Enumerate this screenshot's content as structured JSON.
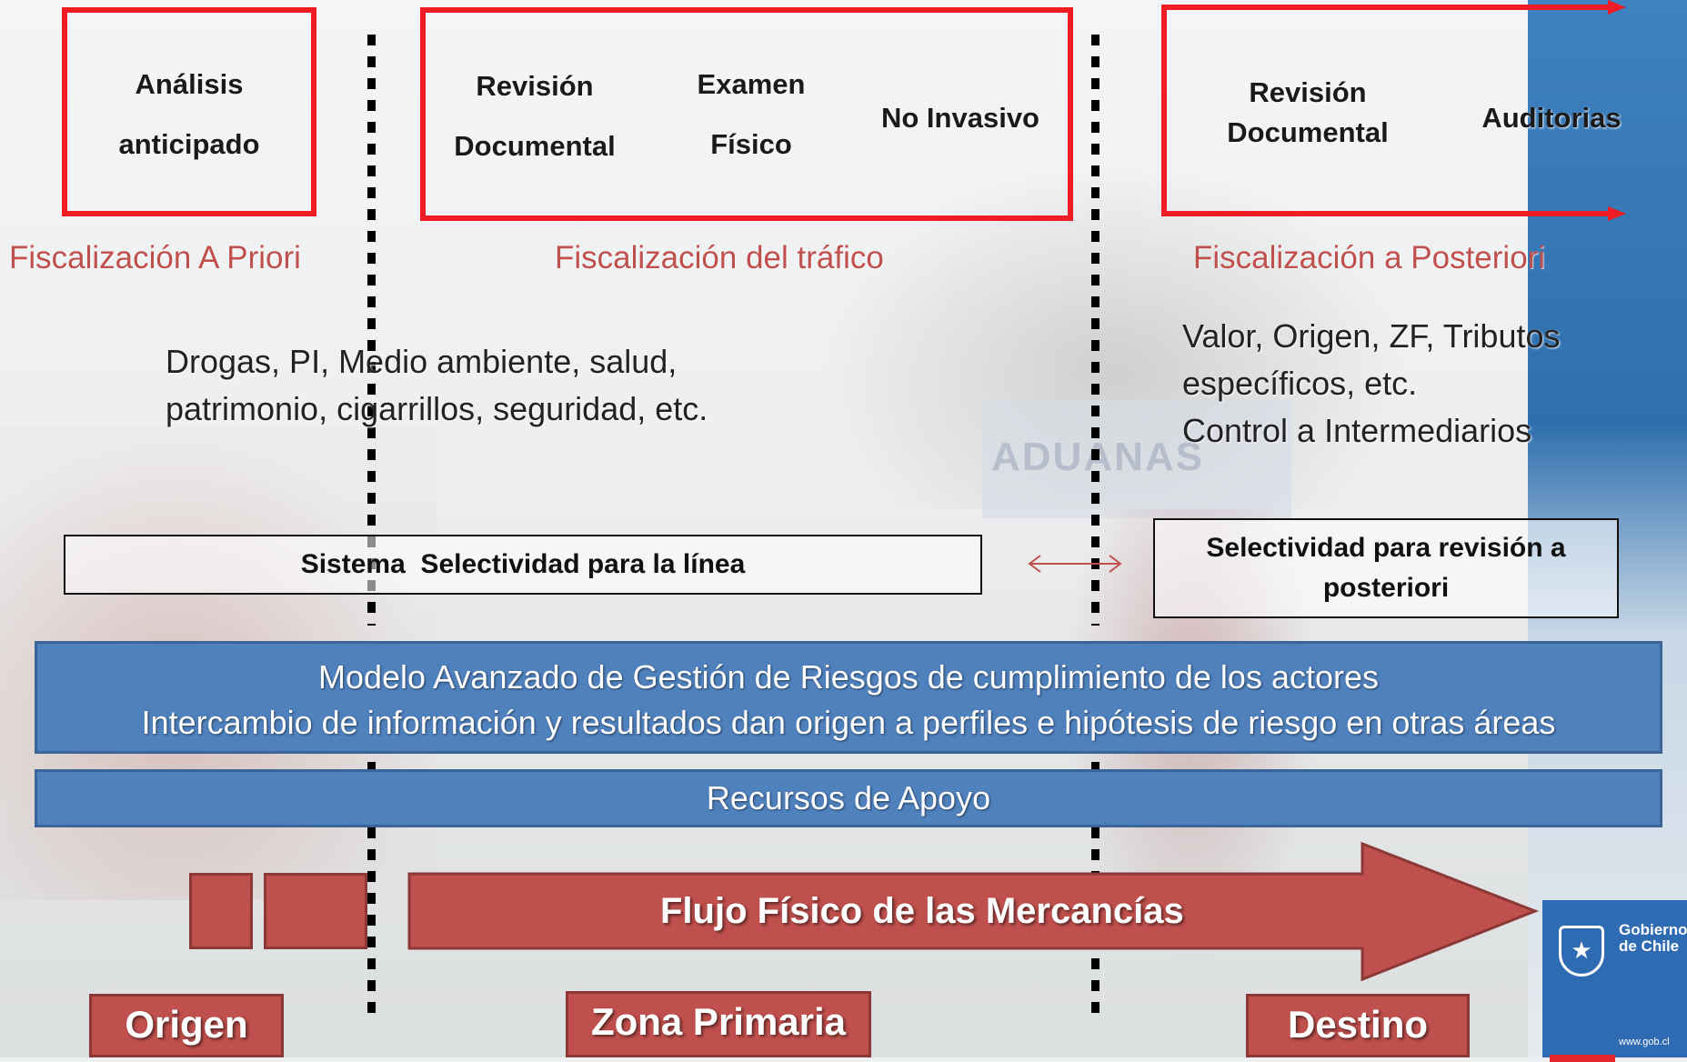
{
  "stages": {
    "a_priori": {
      "line1": "Análisis",
      "line2": "anticipado",
      "category": "Fiscalización A Priori"
    },
    "trafico": {
      "rev_line1": "Revisión",
      "rev_line2": "Documental",
      "exam_line1": "Examen",
      "exam_line2": "Físico",
      "no_invasivo": "No Invasivo",
      "category": "Fiscalización del tráfico"
    },
    "posteriori": {
      "rev_line1": "Revisión",
      "rev_line2": "Documental",
      "auditorias": "Auditorias",
      "category": "Fiscalización a Posteriori"
    }
  },
  "details": {
    "trafico_line1": "Drogas, PI, Medio ambiente, salud,",
    "trafico_line2": "patrimonio, cigarrillos, seguridad, etc.",
    "posteriori_line1": "Valor, Origen, ZF, Tributos",
    "posteriori_line2": "específicos, etc.",
    "posteriori_line3": "Control a Intermediarios"
  },
  "selectividad": {
    "linea": "Sistema  Selectividad para la línea",
    "posteriori_line1": "Selectividad para revisión a",
    "posteriori_line2": "posteriori"
  },
  "modelo": {
    "line1": "Modelo Avanzado de Gestión de Riesgos de cumplimiento de los actores",
    "line2": "Intercambio de información y resultados dan origen a perfiles e hipótesis de riesgo en otras áreas"
  },
  "recursos": "Recursos de Apoyo",
  "flujo": "Flujo Físico de las Mercancías",
  "zones": {
    "origen": "Origen",
    "zona_primaria": "Zona Primaria",
    "destino": "Destino"
  },
  "background": {
    "sign_text": "ADUANAS"
  },
  "logo": {
    "line1": "Gobierno",
    "line2": "de Chile",
    "url": "www.gob.cl"
  },
  "colors": {
    "red_box": "#ee1c24",
    "category_text": "#c0504d",
    "band_blue": "#4f81bd",
    "arrow_red": "#c0504d"
  }
}
